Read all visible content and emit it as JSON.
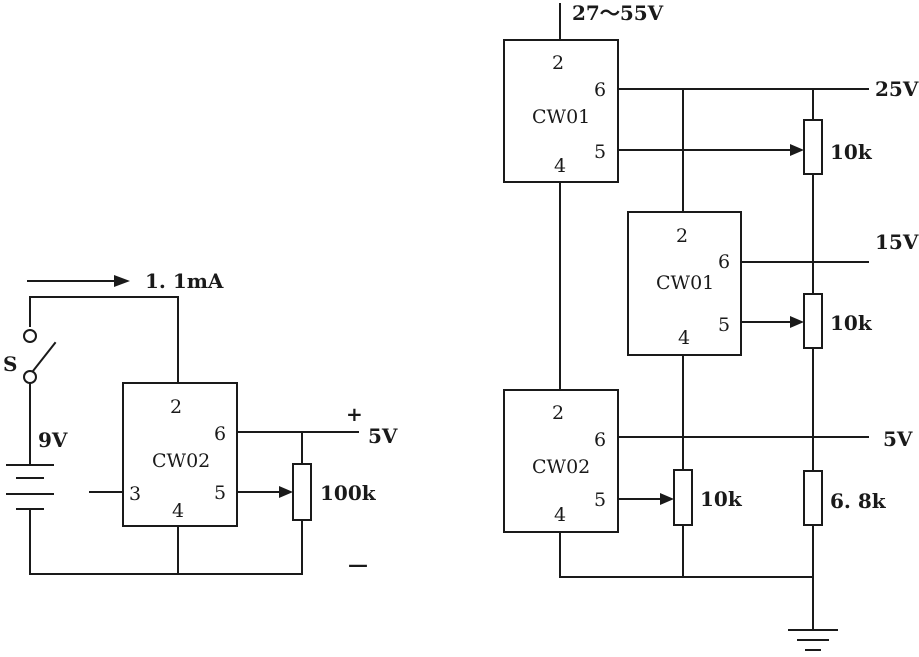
{
  "left_circuit": {
    "current": "1. 1mA",
    "switch_label": "S",
    "battery_label": "9V",
    "chip": {
      "name": "CW02",
      "pins": [
        "2",
        "6",
        "3",
        "5",
        "4"
      ]
    },
    "output_plus": "+",
    "output_voltage": "5V",
    "pot_label": "100k",
    "output_minus": "—"
  },
  "right_circuit": {
    "input_voltage": "27～55V",
    "chip_top": {
      "name": "CW01",
      "pins": [
        "2",
        "6",
        "5",
        "4"
      ]
    },
    "chip_mid": {
      "name": "CW01",
      "pins": [
        "2",
        "6",
        "5",
        "4"
      ]
    },
    "chip_bot": {
      "name": "CW02",
      "pins": [
        "2",
        "6",
        "5",
        "4"
      ]
    },
    "out_25": "25V",
    "out_15": "15V",
    "out_5": "5V",
    "pot_top": "10k",
    "pot_mid": "10k",
    "pot_bot": "10k",
    "resistor": "6. 8k"
  }
}
